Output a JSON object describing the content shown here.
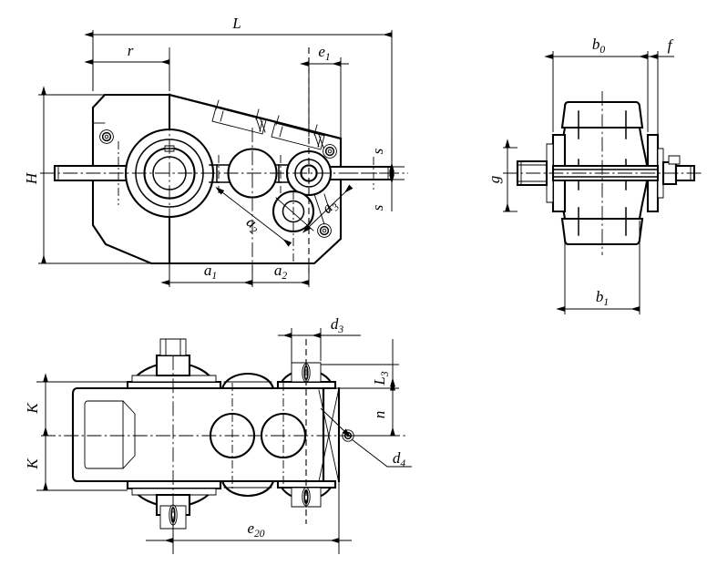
{
  "drawing": {
    "title": "Gear reducer outline dimension drawing",
    "views": [
      {
        "name": "front-elevation-view",
        "position": "top-left"
      },
      {
        "name": "side-elevation-view",
        "position": "top-right"
      },
      {
        "name": "plan-view",
        "position": "bottom-left"
      }
    ],
    "line_color": "#000000",
    "background_color": "#ffffff"
  },
  "front_view": {
    "dimensions": {
      "L": {
        "symbol": "L",
        "subscript": ""
      },
      "r": {
        "symbol": "r",
        "subscript": ""
      },
      "e1": {
        "symbol": "e",
        "subscript": "1"
      },
      "H": {
        "symbol": "H",
        "subscript": ""
      },
      "s_top": {
        "symbol": "s",
        "subscript": ""
      },
      "s_bottom": {
        "symbol": "s",
        "subscript": ""
      },
      "a1": {
        "symbol": "a",
        "subscript": "1"
      },
      "a2_linear": {
        "symbol": "a",
        "subscript": "2"
      },
      "a2_diag": {
        "symbol": "a",
        "subscript": "2"
      },
      "a3_diag": {
        "symbol": "a",
        "subscript": "3"
      }
    }
  },
  "side_view": {
    "dimensions": {
      "b0": {
        "symbol": "b",
        "subscript": "0"
      },
      "b1": {
        "symbol": "b",
        "subscript": "1"
      },
      "f": {
        "symbol": "f",
        "subscript": ""
      },
      "g": {
        "symbol": "g",
        "subscript": ""
      }
    }
  },
  "plan_view": {
    "dimensions": {
      "d3": {
        "symbol": "d",
        "subscript": "3"
      },
      "d4": {
        "symbol": "d",
        "subscript": "4"
      },
      "L3": {
        "symbol": "L",
        "subscript": "3"
      },
      "n": {
        "symbol": "n",
        "subscript": ""
      },
      "K_upper": {
        "symbol": "K",
        "subscript": ""
      },
      "K_lower": {
        "symbol": "K",
        "subscript": ""
      },
      "e20": {
        "symbol": "e",
        "subscript": "20"
      }
    }
  }
}
